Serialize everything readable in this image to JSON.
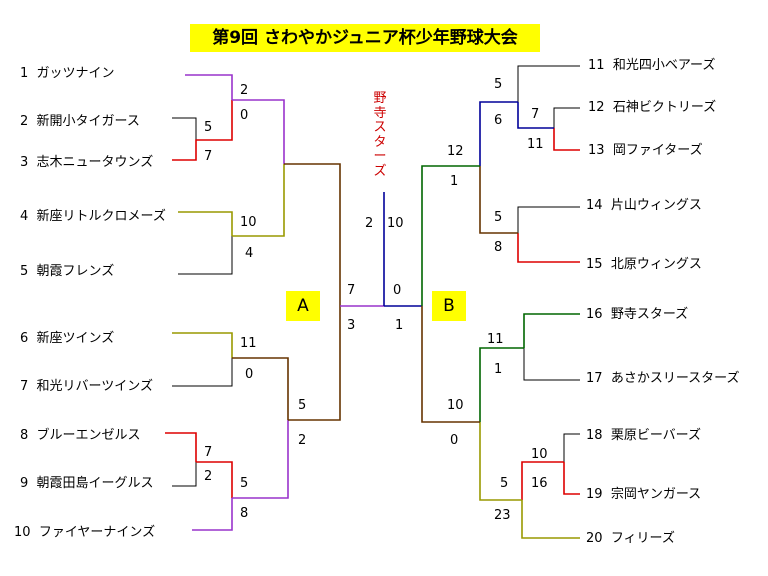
{
  "title": "第9回 さわやかジュニア杯少年野球大会",
  "colors": {
    "purple": "#9933cc",
    "red": "#dd0000",
    "olive": "#999900",
    "brown": "#663300",
    "green": "#006600",
    "blue": "#000099",
    "black": "#000000",
    "winner_text": "#cc0000",
    "label_bg": "#ffff00"
  },
  "groups": {
    "a": "A",
    "b": "B"
  },
  "champion": [
    "野",
    "寺",
    "ス",
    "タ",
    "ー",
    "ズ"
  ],
  "teams": [
    {
      "no": "1",
      "name": "ガッツナイン"
    },
    {
      "no": "2",
      "name": "新開小タイガース"
    },
    {
      "no": "3",
      "name": "志木ニュータウンズ"
    },
    {
      "no": "4",
      "name": "新座リトルクロメーズ"
    },
    {
      "no": "5",
      "name": "朝霞フレンズ"
    },
    {
      "no": "6",
      "name": "新座ツインズ"
    },
    {
      "no": "7",
      "name": "和光リバーツインズ"
    },
    {
      "no": "8",
      "name": "ブルーエンゼルス"
    },
    {
      "no": "9",
      "name": "朝霞田島イーグルス"
    },
    {
      "no": "10",
      "name": "ファイヤーナインズ"
    },
    {
      "no": "11",
      "name": "和光四小ベアーズ"
    },
    {
      "no": "12",
      "name": "石神ビクトリーズ"
    },
    {
      "no": "13",
      "name": "岡ファイターズ"
    },
    {
      "no": "14",
      "name": "片山ウィングス"
    },
    {
      "no": "15",
      "name": "北原ウィングス"
    },
    {
      "no": "16",
      "name": "野寺スターズ"
    },
    {
      "no": "17",
      "name": "あさかスリースターズ"
    },
    {
      "no": "18",
      "name": "栗原ビーバーズ"
    },
    {
      "no": "19",
      "name": "宗岡ヤンガース"
    },
    {
      "no": "20",
      "name": "フィリーズ"
    }
  ],
  "scores": [
    "5",
    "7",
    "2",
    "0",
    "10",
    "4",
    "11",
    "0",
    "7",
    "2",
    "5",
    "8",
    "5",
    "2",
    "7",
    "3",
    "2",
    "10",
    "0",
    "1",
    "7",
    "11",
    "5",
    "6",
    "5",
    "8",
    "12",
    "1",
    "11",
    "1",
    "10",
    "16",
    "5",
    "23",
    "10",
    "0"
  ]
}
